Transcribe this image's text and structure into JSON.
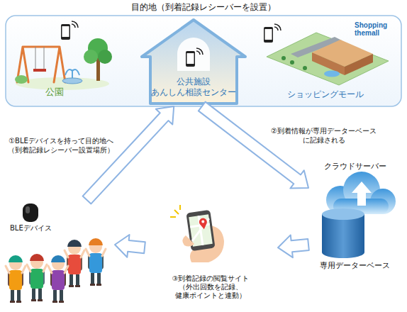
{
  "diagram": {
    "nodes": [
      {
        "text": [
          "目的地（到着記録レシーバーを設置）"
        ]
      },
      {
        "text": [
          "公園"
        ],
        "in": 0
      },
      {
        "text": [
          "公共施設 あんしん相談センター"
        ],
        "in": 0
      },
      {
        "text": [
          "ショッピングモール"
        ],
        "in": 0
      },
      {
        "text": [
          "クラウドサーバー",
          "専用データーベース"
        ]
      },
      {
        "text": [
          "③到着記録の閲覧サイト（外出回数を記録、健康ポイントと連動）"
        ]
      },
      {
        "text": [
          "BLEデバイス"
        ]
      }
    ],
    "edges": [
      {
        "from": 6,
        "to": 0,
        "arrow": "to",
        "label": "①BLEデバイスを持って目的地へ（到着記録レシーバー設置場所）"
      },
      {
        "from": 0,
        "to": 4,
        "arrow": "to",
        "label": "②到着情報が専用データーベースに記録される"
      },
      {
        "from": 4,
        "to": 5,
        "arrow": "to"
      },
      {
        "from": 5,
        "to": 6,
        "arrow": "to"
      }
    ],
    "labels": [
      "Shopping themall"
    ]
  }
}
